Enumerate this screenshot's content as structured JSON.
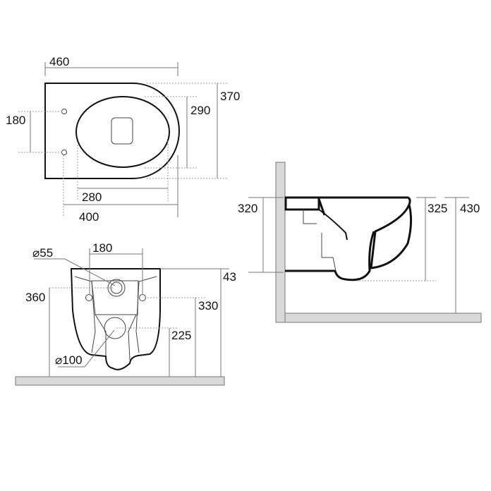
{
  "top_view": {
    "dimensions": {
      "overall_length": "460",
      "overall_width": "370",
      "bowl_width": "290",
      "fixing_spacing": "180",
      "bowl_length": "280",
      "fixing_to_front": "400"
    }
  },
  "front_view": {
    "dimensions": {
      "fixing_spacing": "180",
      "inlet_diameter": "⌀55",
      "inlet_height": "360",
      "fixing_height": "330",
      "outlet_height": "225",
      "outlet_diameter": "⌀100",
      "rim_height_cropped": "43"
    }
  },
  "side_view": {
    "dimensions": {
      "projection_height": "320",
      "bottom_depth": "325",
      "rim_height": "430"
    }
  },
  "colors": {
    "line": "#111111",
    "dimension": "#777777",
    "wall_fill": "#d9d9d9"
  }
}
